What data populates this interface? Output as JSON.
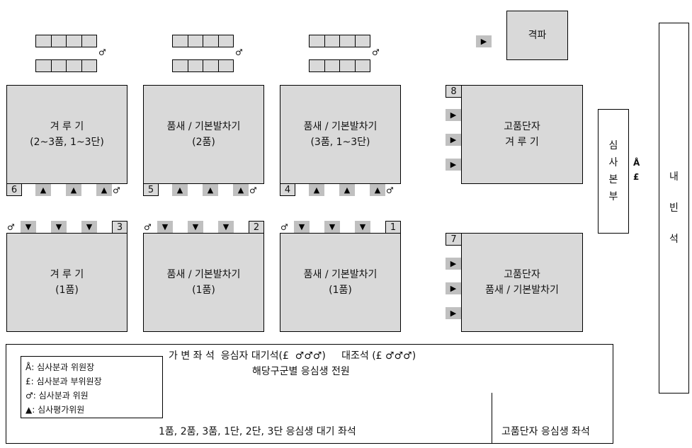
{
  "courts": [
    {
      "id": "6",
      "line1": "겨 루 기",
      "line2": "(2~3품, 1~3단)"
    },
    {
      "id": "5",
      "line1": "품새 / 기본발차기",
      "line2": "(2품)"
    },
    {
      "id": "4",
      "line1": "품새 / 기본발차기",
      "line2": "(3품, 1~3단)"
    },
    {
      "id": "3",
      "line1": "겨 루 기",
      "line2": "(1품)"
    },
    {
      "id": "2",
      "line1": "품새 / 기본발차기",
      "line2": "(1품)"
    },
    {
      "id": "1",
      "line1": "품새 / 기본발차기",
      "line2": "(1품)"
    },
    {
      "id": "8",
      "line1": "고품단자",
      "line2": "겨 루 기"
    },
    {
      "id": "7",
      "line1": "고품단자",
      "line2": "품새 / 기본발차기"
    }
  ],
  "symbols": {
    "chair": "Å",
    "vice": "£",
    "member": "♂",
    "evaluator_up": "▲",
    "evaluator_down": "▼",
    "evaluator_right": "▶"
  },
  "gyeokpa": "격파",
  "hq": [
    "심",
    "사",
    "본",
    "부"
  ],
  "vip": [
    "내",
    "빈",
    "석"
  ],
  "waiting": {
    "line1": "가 변 좌 석  응심자 대기석(£  ♂♂♂)     대조석 (£ ♂♂♂)",
    "line2": "해당구군별 응심생 전원",
    "general": "1품, 2품, 3품, 1단, 2단, 3단 응심생 대기 좌석",
    "high": "고품단자 응심생 좌석"
  },
  "legend": [
    "Å: 심사분과 위원장",
    "£: 심사분과 부위원장",
    "♂: 심사분과 위원",
    "▲: 심사평가위원"
  ]
}
